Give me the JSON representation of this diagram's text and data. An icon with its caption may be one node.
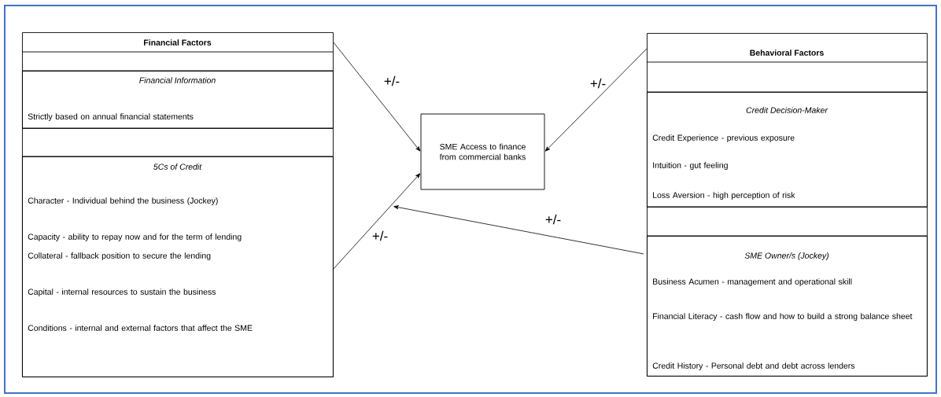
{
  "diagram": {
    "nodes": [
      {
        "text": [
          "Financial Factors"
        ]
      },
      {
        "text": [
          "Financial Information",
          "Strictly based on annual financial statements"
        ],
        "in": 0
      },
      {
        "text": [
          "5Cs of Credit",
          "Character - Individual behind the business (Jockey)",
          "Capacity - ability to repay now and for the term of lending",
          "Collateral - fallback position to secure the lending",
          "Capital - internal resources to sustain the business",
          "Conditions - internal and external factors that affect the SME"
        ],
        "in": 0
      },
      {
        "text": [
          "SME Access to finance from commercial banks"
        ]
      },
      {
        "text": [
          "Behavioral Factors"
        ]
      },
      {
        "text": [
          "Credit Decision-Maker",
          "Credit Experience - previous exposure",
          "Intuition - gut feeling",
          "Loss Aversion - high perception of risk"
        ],
        "in": 4
      },
      {
        "text": [
          "SME Owner/s (Jockey)",
          "Business Acumen - management and operational skill",
          "Financial Literacy - cash flow and how to build a strong balance sheet",
          "Credit History - Personal debt and debt across lenders"
        ],
        "in": 4
      }
    ],
    "edges": [
      {
        "from": 0,
        "to": 3,
        "arrow": "to",
        "label": "+/-"
      },
      {
        "from": 2,
        "to": 3,
        "arrow": "to",
        "label": "+/-"
      },
      {
        "from": 4,
        "to": 3,
        "arrow": "to",
        "label": "+/-"
      },
      {
        "from": 6,
        "to": 3,
        "arrow": "to",
        "label": "+/-"
      }
    ]
  }
}
